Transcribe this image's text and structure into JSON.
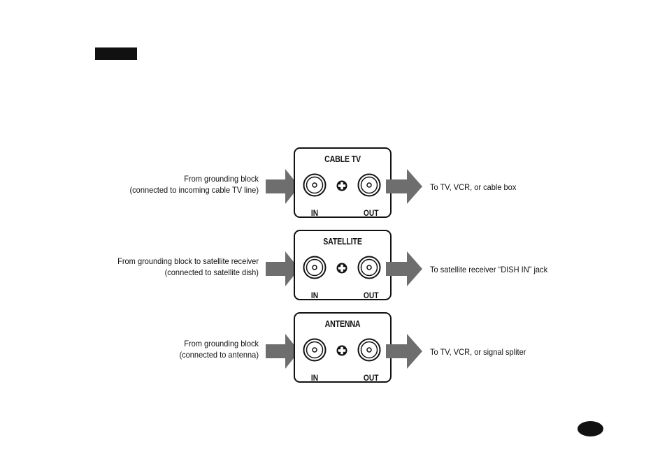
{
  "diagram": {
    "connectors": [
      {
        "title": "CABLE TV",
        "in_label": "IN",
        "out_label": "OUT",
        "source_lines": [
          "From grounding block",
          "(connected to incoming cable TV line)"
        ],
        "destination": "To TV, VCR, or cable box"
      },
      {
        "title": "SATELLITE",
        "in_label": "IN",
        "out_label": "OUT",
        "source_lines": [
          "From grounding block to satellite receiver",
          "(connected to satellite dish)"
        ],
        "destination": "To satellite receiver “DISH IN” jack"
      },
      {
        "title": "ANTENNA",
        "in_label": "IN",
        "out_label": "OUT",
        "source_lines": [
          "From grounding block",
          "(connected to antenna)"
        ],
        "destination": "To TV, VCR, or signal spliter"
      }
    ]
  },
  "colors": {
    "arrow": "#6e6e6e",
    "ink": "#111111"
  },
  "icons": {
    "port": "coax-jack-icon",
    "plus": "plus-icon",
    "arrow": "arrow-right-icon"
  }
}
